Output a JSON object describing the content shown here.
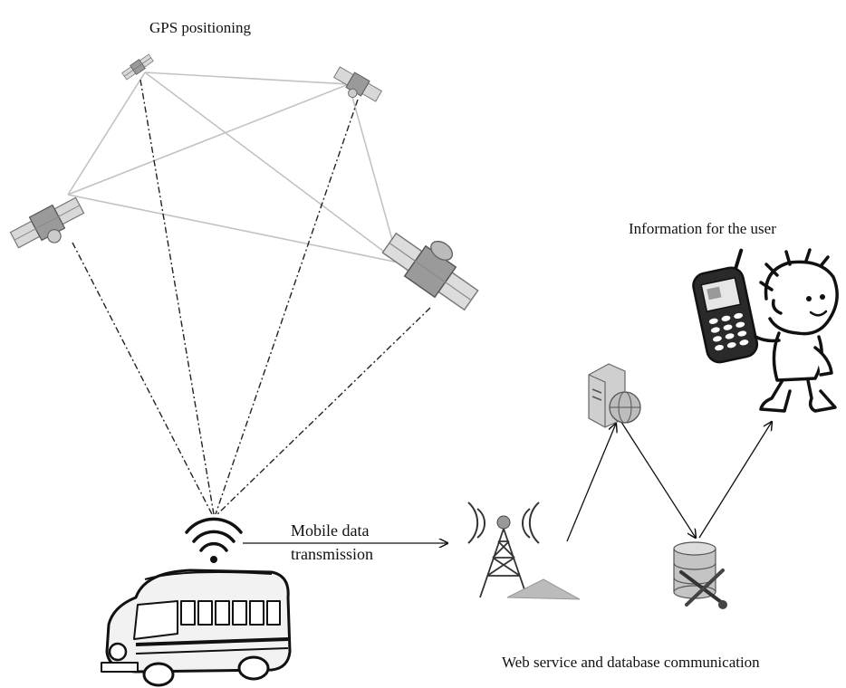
{
  "labels": {
    "gps": "GPS positioning",
    "user_info": "Information for the user",
    "mobile_line1": "Mobile data",
    "mobile_line2": "transmission",
    "web_service": "Web service and database communication"
  },
  "icons": [
    "satellite-icon",
    "wifi-signal-icon",
    "bus-icon",
    "cell-tower-icon",
    "web-server-icon",
    "database-tools-icon",
    "mobile-phone-icon",
    "cartoon-user-icon"
  ],
  "colors": {
    "ink": "#111111",
    "grey_line": "#bdbdbd",
    "mid_grey": "#8a8a8a"
  }
}
